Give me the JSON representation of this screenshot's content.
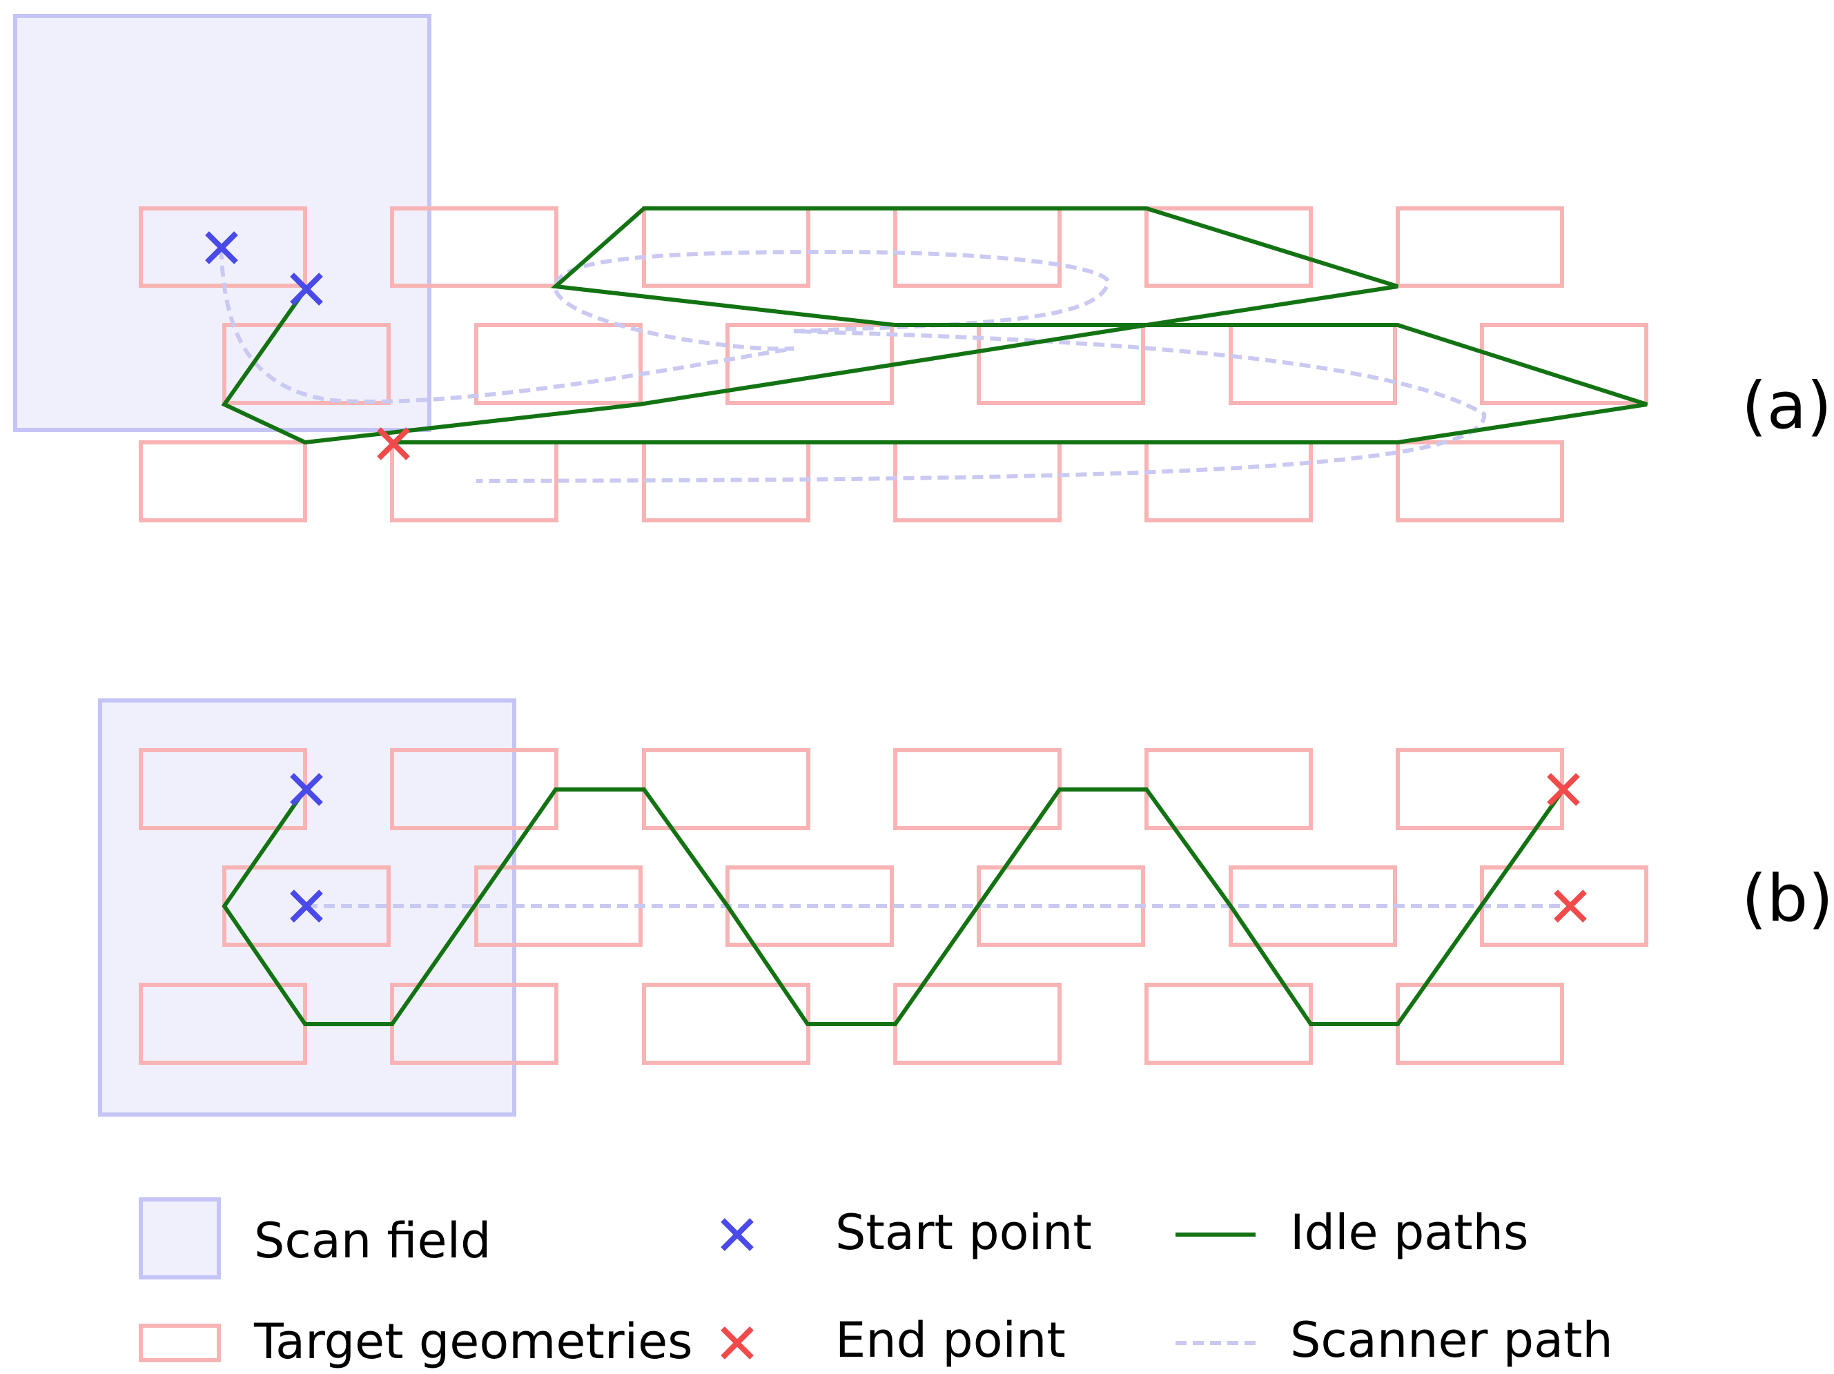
{
  "panels": [
    {
      "label": "(a)"
    },
    {
      "label": "(b)"
    }
  ],
  "legend": {
    "scan_field": "Scan field",
    "target_geometries": "Target geometries",
    "start_point": "Start point",
    "end_point": "End point",
    "idle_paths": "Idle paths",
    "scanner_path": "Scanner path"
  },
  "colors": {
    "scan_field_fill": "#f0f0fc",
    "scan_field_stroke": "#c4c4f7",
    "target_stroke": "#f8b4b4",
    "start_marker": "#4a4ae8",
    "end_marker": "#f04a4a",
    "idle_path": "#137313",
    "scanner_path": "#c9c9f2"
  }
}
